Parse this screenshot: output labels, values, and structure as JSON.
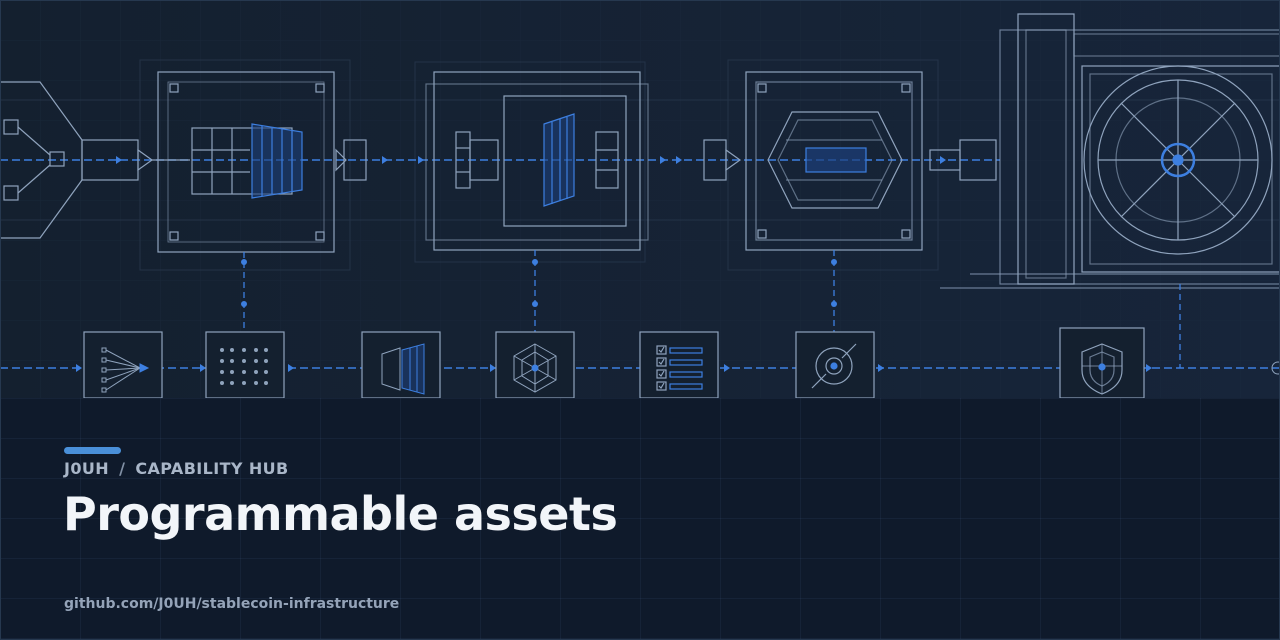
{
  "header": {
    "org": "J0UH",
    "separator": "/",
    "section": "CAPABILITY HUB"
  },
  "title": "Programmable assets",
  "footer": {
    "url": "github.com/J0UH/stablecoin-infrastructure"
  },
  "colors": {
    "accent": "#4a90d9",
    "line": "#8fa3bd",
    "highlight": "#3d7fe0",
    "background": "#101b2b"
  },
  "icons": [
    "conveyor-funnel-icon",
    "grid-dots-icon",
    "stacked-panels-icon",
    "hexagon-cube-icon",
    "checklist-icon",
    "target-icon",
    "shield-icon",
    "vault-wheel-icon"
  ]
}
